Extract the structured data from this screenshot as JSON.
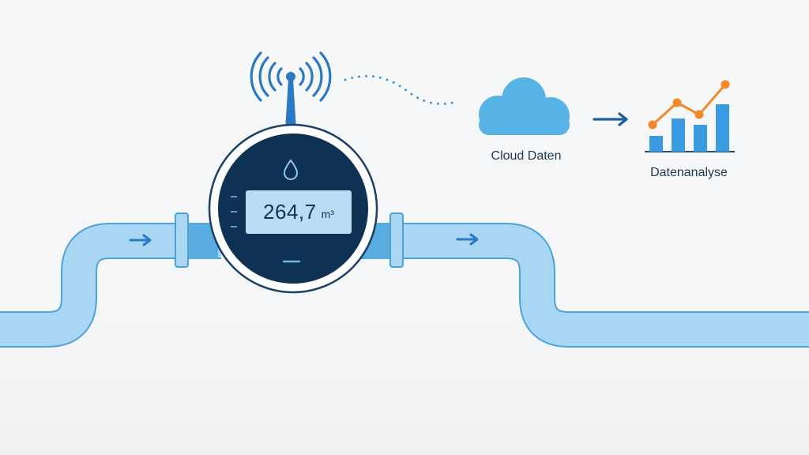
{
  "meter": {
    "reading_value": "264,7",
    "reading_unit": "m³",
    "icons": [
      "water-drop-icon",
      "antenna-icon",
      "wifi-signal-icon"
    ]
  },
  "cloud": {
    "label": "Cloud Daten",
    "icon": "cloud-icon"
  },
  "analysis": {
    "label": "Datenanalyse",
    "icon": "bar-line-chart-icon"
  },
  "colors": {
    "pipe_fill": "#a9d6f3",
    "pipe_stroke": "#4da3d9",
    "meter_navy": "#0f3154",
    "accent_blue": "#2b79c2",
    "cloud_blue": "#57b3e5",
    "trend_orange": "#f08a2a",
    "text_dark": "#1f3550"
  }
}
